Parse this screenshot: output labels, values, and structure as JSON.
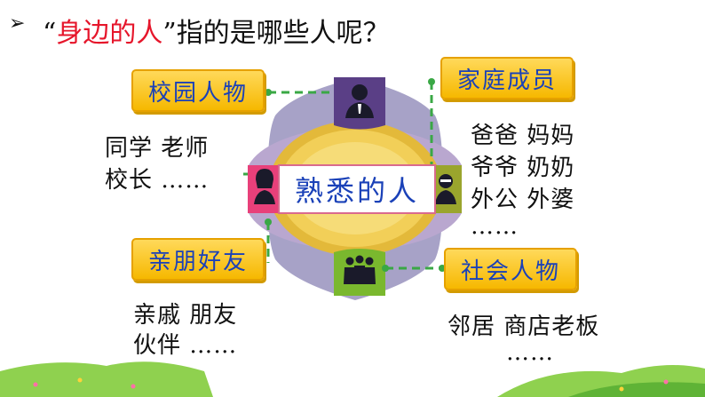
{
  "title": {
    "bullet": "➢",
    "open_quote": "“",
    "highlight": "身边的人",
    "close_quote": "”",
    "rest": "指的是哪些人呢？"
  },
  "center": {
    "label": "熟悉的人"
  },
  "groups": {
    "school": {
      "label": "校园人物",
      "lines": [
        "同学  老师",
        "校长  ……"
      ]
    },
    "family": {
      "label": "家庭成员",
      "lines": [
        "爸爸  妈妈",
        "爷爷  奶奶",
        "外公  外婆",
        "……"
      ]
    },
    "friends": {
      "label": "亲朋好友",
      "lines": [
        "亲戚  朋友",
        "伙伴  ……"
      ]
    },
    "society": {
      "label": "社会人物",
      "lines": [
        "邻居  商店老板",
        "……"
      ]
    }
  },
  "colors": {
    "box_fill": "#f6b800",
    "label_text": "#1a41b8",
    "highlight_red": "#e6162b",
    "connector": "#3aa845",
    "tile_purple": "#5a3f86",
    "tile_pink": "#e8407a",
    "tile_green": "#7ab82e",
    "tile_olive": "#9aa52d",
    "plate": "#e3b93a"
  },
  "icons": [
    "person-male-icon",
    "person-female-icon",
    "person-glasses-icon",
    "group-people-icon"
  ]
}
